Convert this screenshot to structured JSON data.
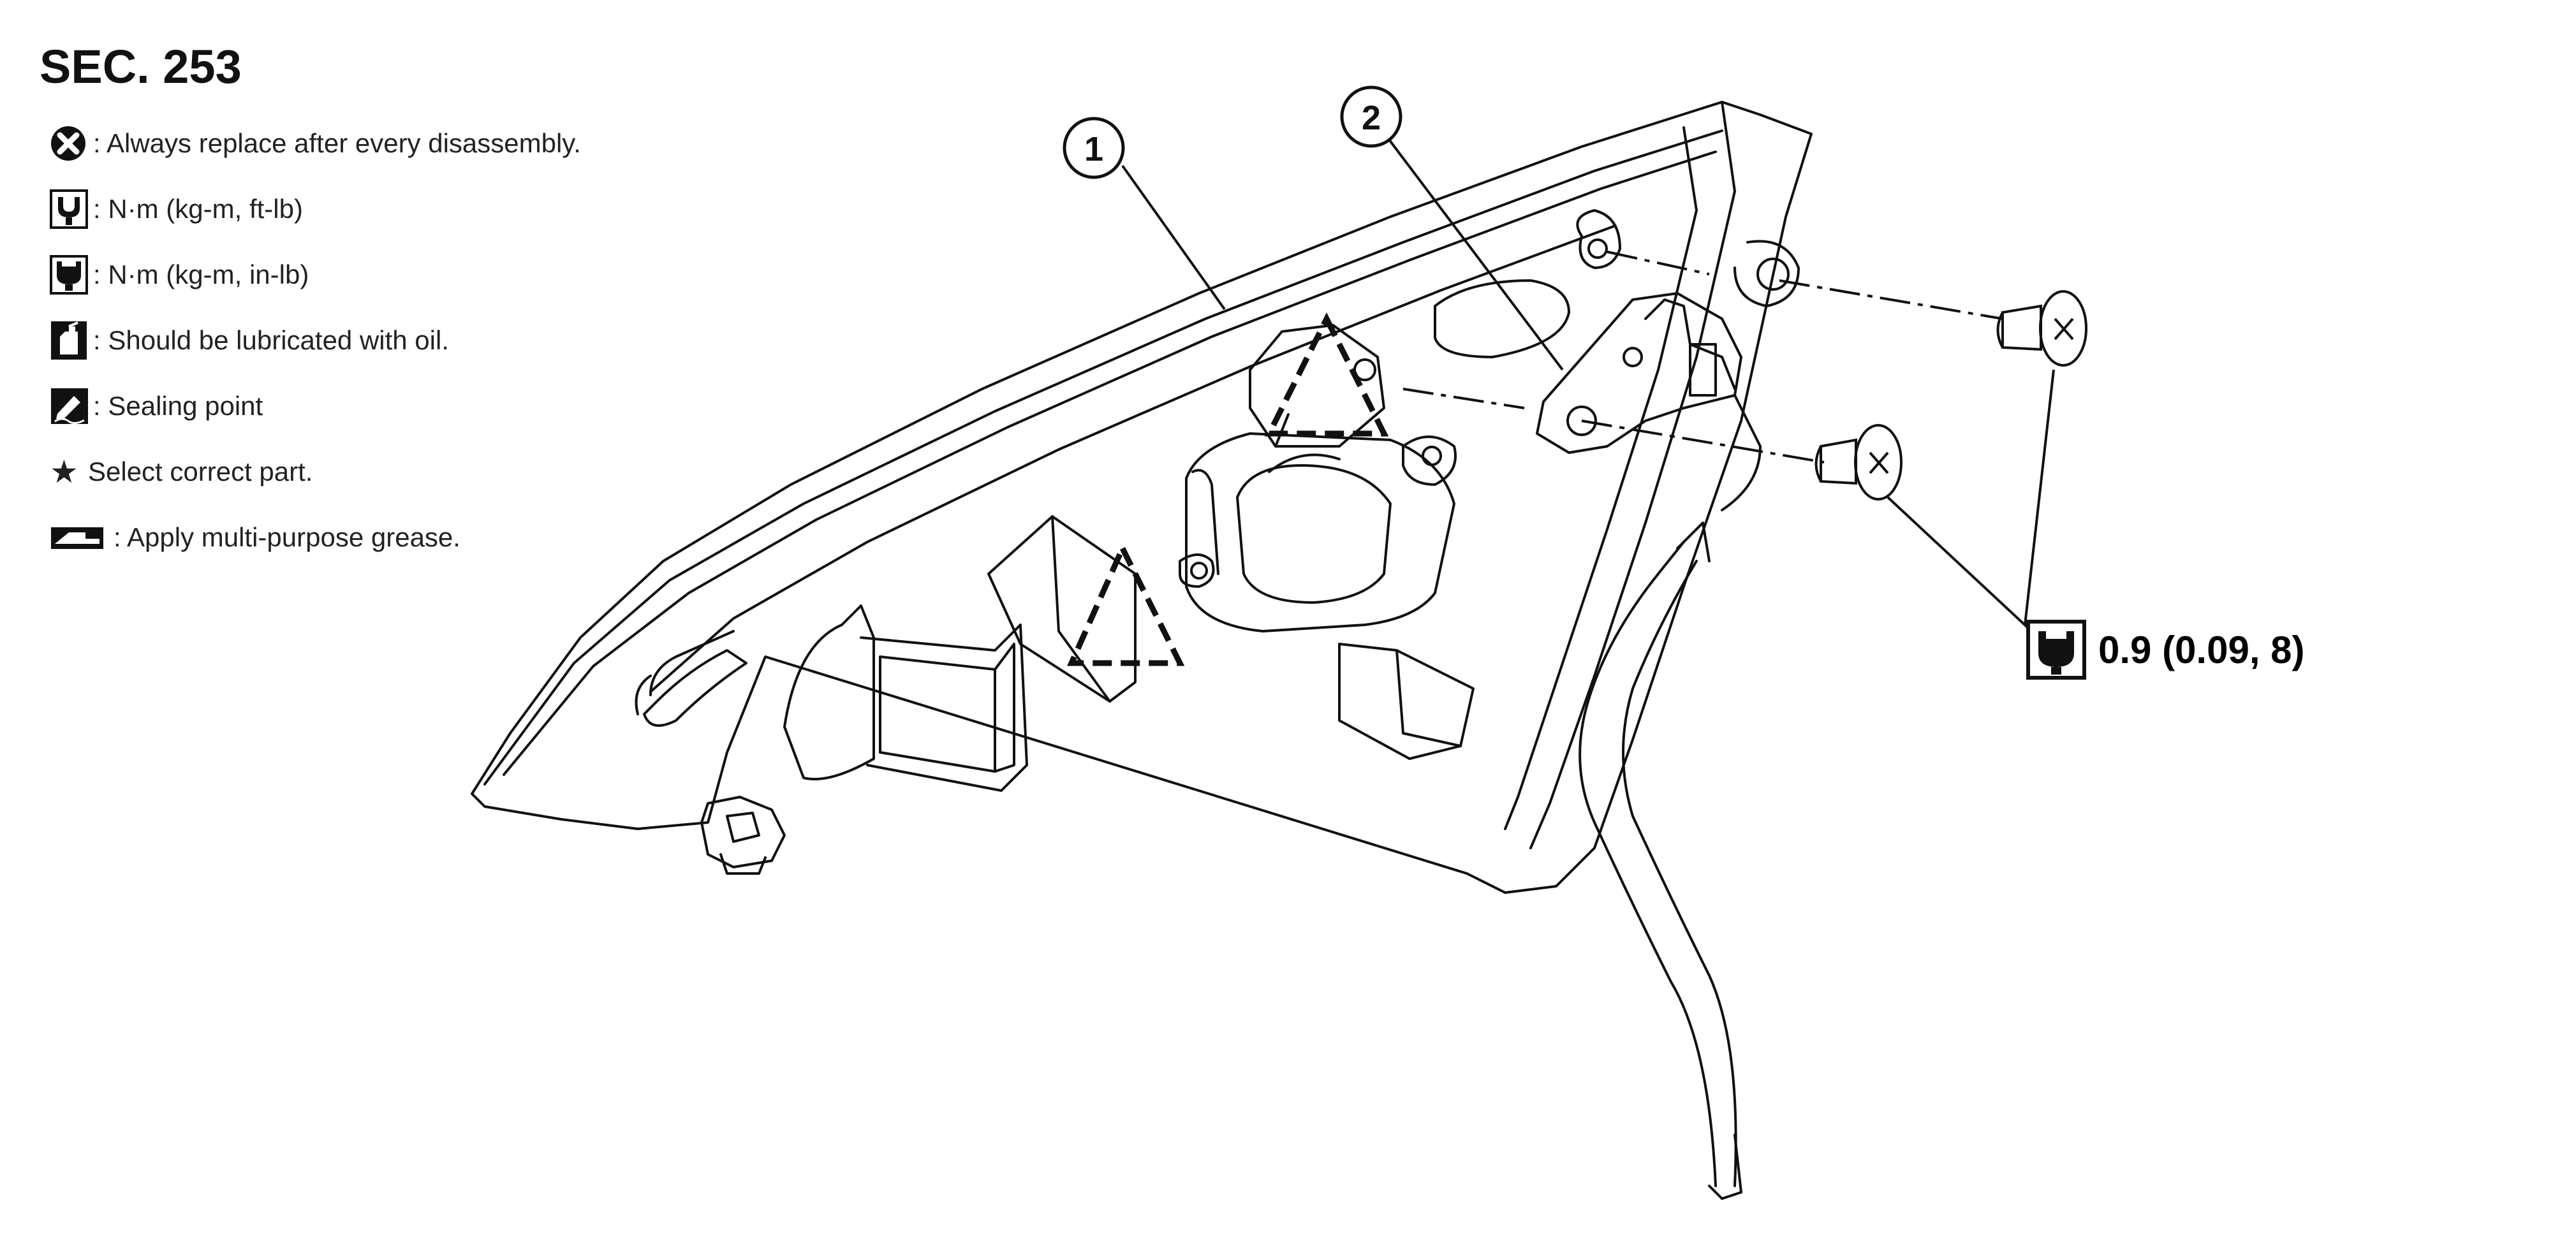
{
  "section_title": "SEC. 253",
  "legend": [
    {
      "icon": "replace-x-icon",
      "text": ": Always replace after every disassembly."
    },
    {
      "icon": "torque-ft-lb-icon",
      "text": ": N·m (kg-m, ft-lb)"
    },
    {
      "icon": "torque-in-lb-icon",
      "text": ": N·m (kg-m, in-lb)"
    },
    {
      "icon": "oil-can-icon",
      "text": ": Should be lubricated with oil."
    },
    {
      "icon": "sealing-point-icon",
      "text": ": Sealing point"
    },
    {
      "icon": "star-icon",
      "text": "Select correct part."
    },
    {
      "icon": "grease-icon",
      "text": ": Apply multi-purpose grease."
    }
  ],
  "star_symbol": "★",
  "callouts": [
    "1",
    "2"
  ],
  "torque_value": "0.9 (0.09, 8)"
}
